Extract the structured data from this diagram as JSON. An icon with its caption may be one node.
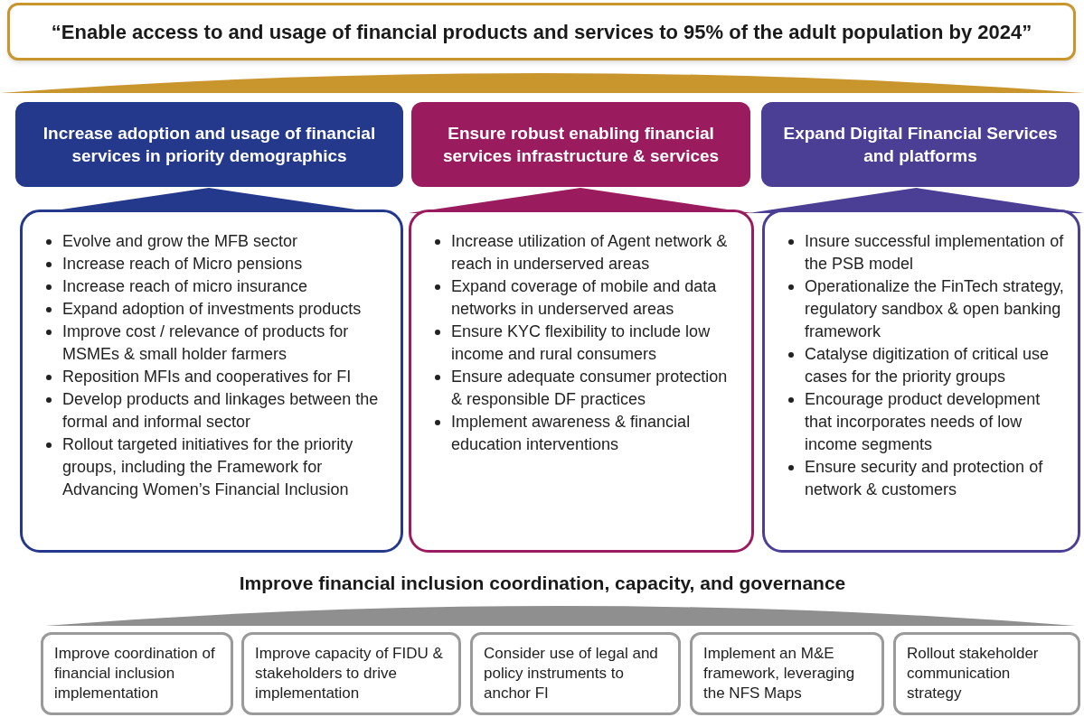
{
  "diagram": {
    "nodes": [
      {
        "text": [
          "“Enable access to and usage of financial products and services to 95% of the adult population by 2024”"
        ]
      },
      {
        "text": [],
        "shape": "band"
      },
      {
        "text": [
          "Increase adoption and usage of financial services in priority demographics"
        ]
      },
      {
        "text": [
          "Ensure robust enabling financial services infrastructure & services"
        ]
      },
      {
        "text": [
          "Expand Digital Financial Services and platforms"
        ]
      },
      {
        "text": [],
        "shape": "triangle"
      },
      {
        "text": [],
        "shape": "triangle"
      },
      {
        "text": [],
        "shape": "triangle"
      },
      {
        "text": [
          "Evolve and grow the MFB sector",
          "Increase reach of Micro pensions",
          "Increase reach of micro insurance",
          "Expand adoption of investments products",
          "Improve cost / relevance of products for MSMEs & small holder farmers",
          "Reposition MFIs and cooperatives for FI",
          "Develop products and linkages between the formal and informal sector",
          "Rollout targeted initiatives for the priority groups, including the Framework for Advancing Women’s Financial Inclusion"
        ]
      },
      {
        "text": [
          "Increase utilization of Agent network & reach in underserved areas",
          "Expand coverage of mobile and data networks in underserved areas",
          "Ensure KYC flexibility to include low income and rural consumers",
          "Ensure adequate consumer protection & responsible DF practices",
          "Implement awareness & financial education interventions"
        ]
      },
      {
        "text": [
          "Insure successful implementation of the PSB model",
          "Operationalize the FinTech strategy, regulatory sandbox & open banking framework",
          "Catalyse digitization of critical use cases for the priority groups",
          "Encourage product development that incorporates needs of low income segments",
          "Ensure security and protection of network & customers"
        ]
      },
      {
        "text": [],
        "shape": "band"
      },
      {
        "text": [
          "Improve coordination of financial inclusion implementation"
        ]
      },
      {
        "text": [
          "Improve capacity of FIDU & stakeholders to drive implementation"
        ]
      },
      {
        "text": [
          "Consider use of legal and policy instruments to anchor FI"
        ]
      },
      {
        "text": [
          "Implement an M&E framework, leveraging the NFS Maps"
        ]
      },
      {
        "text": [
          "Rollout stakeholder communication strategy"
        ]
      }
    ],
    "labels": [
      "Improve financial inclusion coordination, capacity, and governance"
    ]
  }
}
